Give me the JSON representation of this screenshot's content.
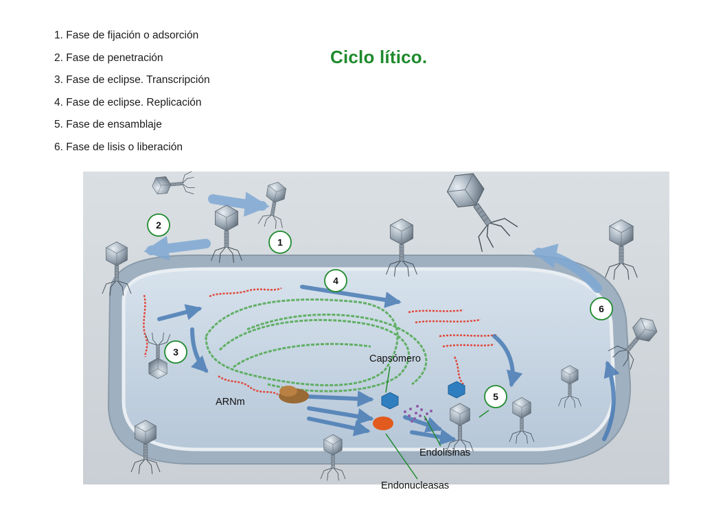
{
  "title": "Ciclo lítico.",
  "phases": [
    "1. Fase de fijación o adsorción",
    "2. Fase de penetración",
    "3. Fase de eclipse. Transcripción",
    "4. Fase de eclipse. Replicación",
    "5. Fase de ensamblaje",
    "6. Fase de lisis o liberación"
  ],
  "step_markers": [
    "1",
    "2",
    "3",
    "4",
    "5",
    "6"
  ],
  "labels": {
    "capsomero": "Capsómero",
    "arnm": "ARNm",
    "endolisinas": "Endolisinas",
    "endonucleasas": "Endonucleasas"
  },
  "colors": {
    "title": "#1e8a2c",
    "marker_ring": "#1e8a2c",
    "label_line": "#1e8a2c",
    "cell_fill": "#bfcfdf",
    "dna_green": "#4ea84e",
    "dna_red": "#e0473a",
    "arrow_blue": "#4a7cb5"
  },
  "icons": [
    "phage-icon",
    "capsomere-icon",
    "ribosome-icon",
    "endonuclease-icon"
  ]
}
